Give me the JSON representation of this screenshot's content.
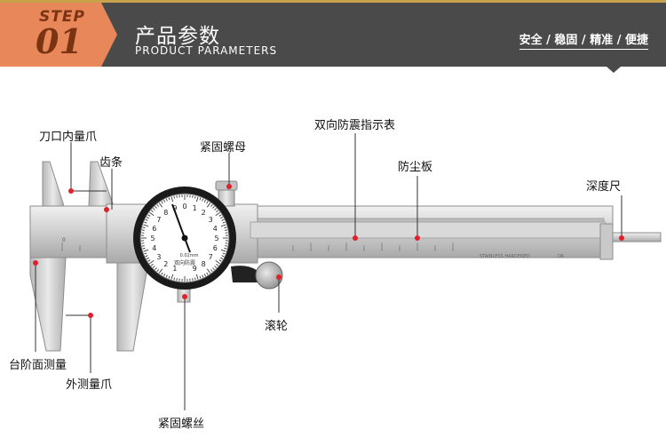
{
  "header": {
    "step_word": "STEP",
    "step_number": "01",
    "title_cn": "产品参数",
    "title_en": "PRODUCT PARAMETERS",
    "tagline": "安全 / 稳固 / 精准 / 便捷",
    "bar_color": "#4a4a4a",
    "accent_color": "#e8875a",
    "gold_line_color": "#c8a24a"
  },
  "dial": {
    "numbers": [
      "0",
      "1",
      "2",
      "3",
      "4",
      "5",
      "6",
      "7",
      "8",
      "9"
    ],
    "numbers_lower": [
      "1",
      "2",
      "3",
      "4",
      "5",
      "6",
      "7",
      "8",
      "9"
    ],
    "resolution": "0.02mm",
    "brand": "双向防震"
  },
  "scale": {
    "zero": "0",
    "engraving": "STAINLESS HARDENED",
    "mark": "OK"
  },
  "callouts": {
    "inner_jaw": "刀口内量爪",
    "rack": "齿条",
    "lock_nut": "紧固螺母",
    "dial_indicator": "双向防震指示表",
    "dust_plate": "防尘板",
    "depth_rod": "深度尺",
    "wheel": "滚轮",
    "step_measure": "台阶面测量",
    "outer_jaw": "外测量爪",
    "lock_screw": "紧固螺丝"
  },
  "marker_color": "#e0202a"
}
